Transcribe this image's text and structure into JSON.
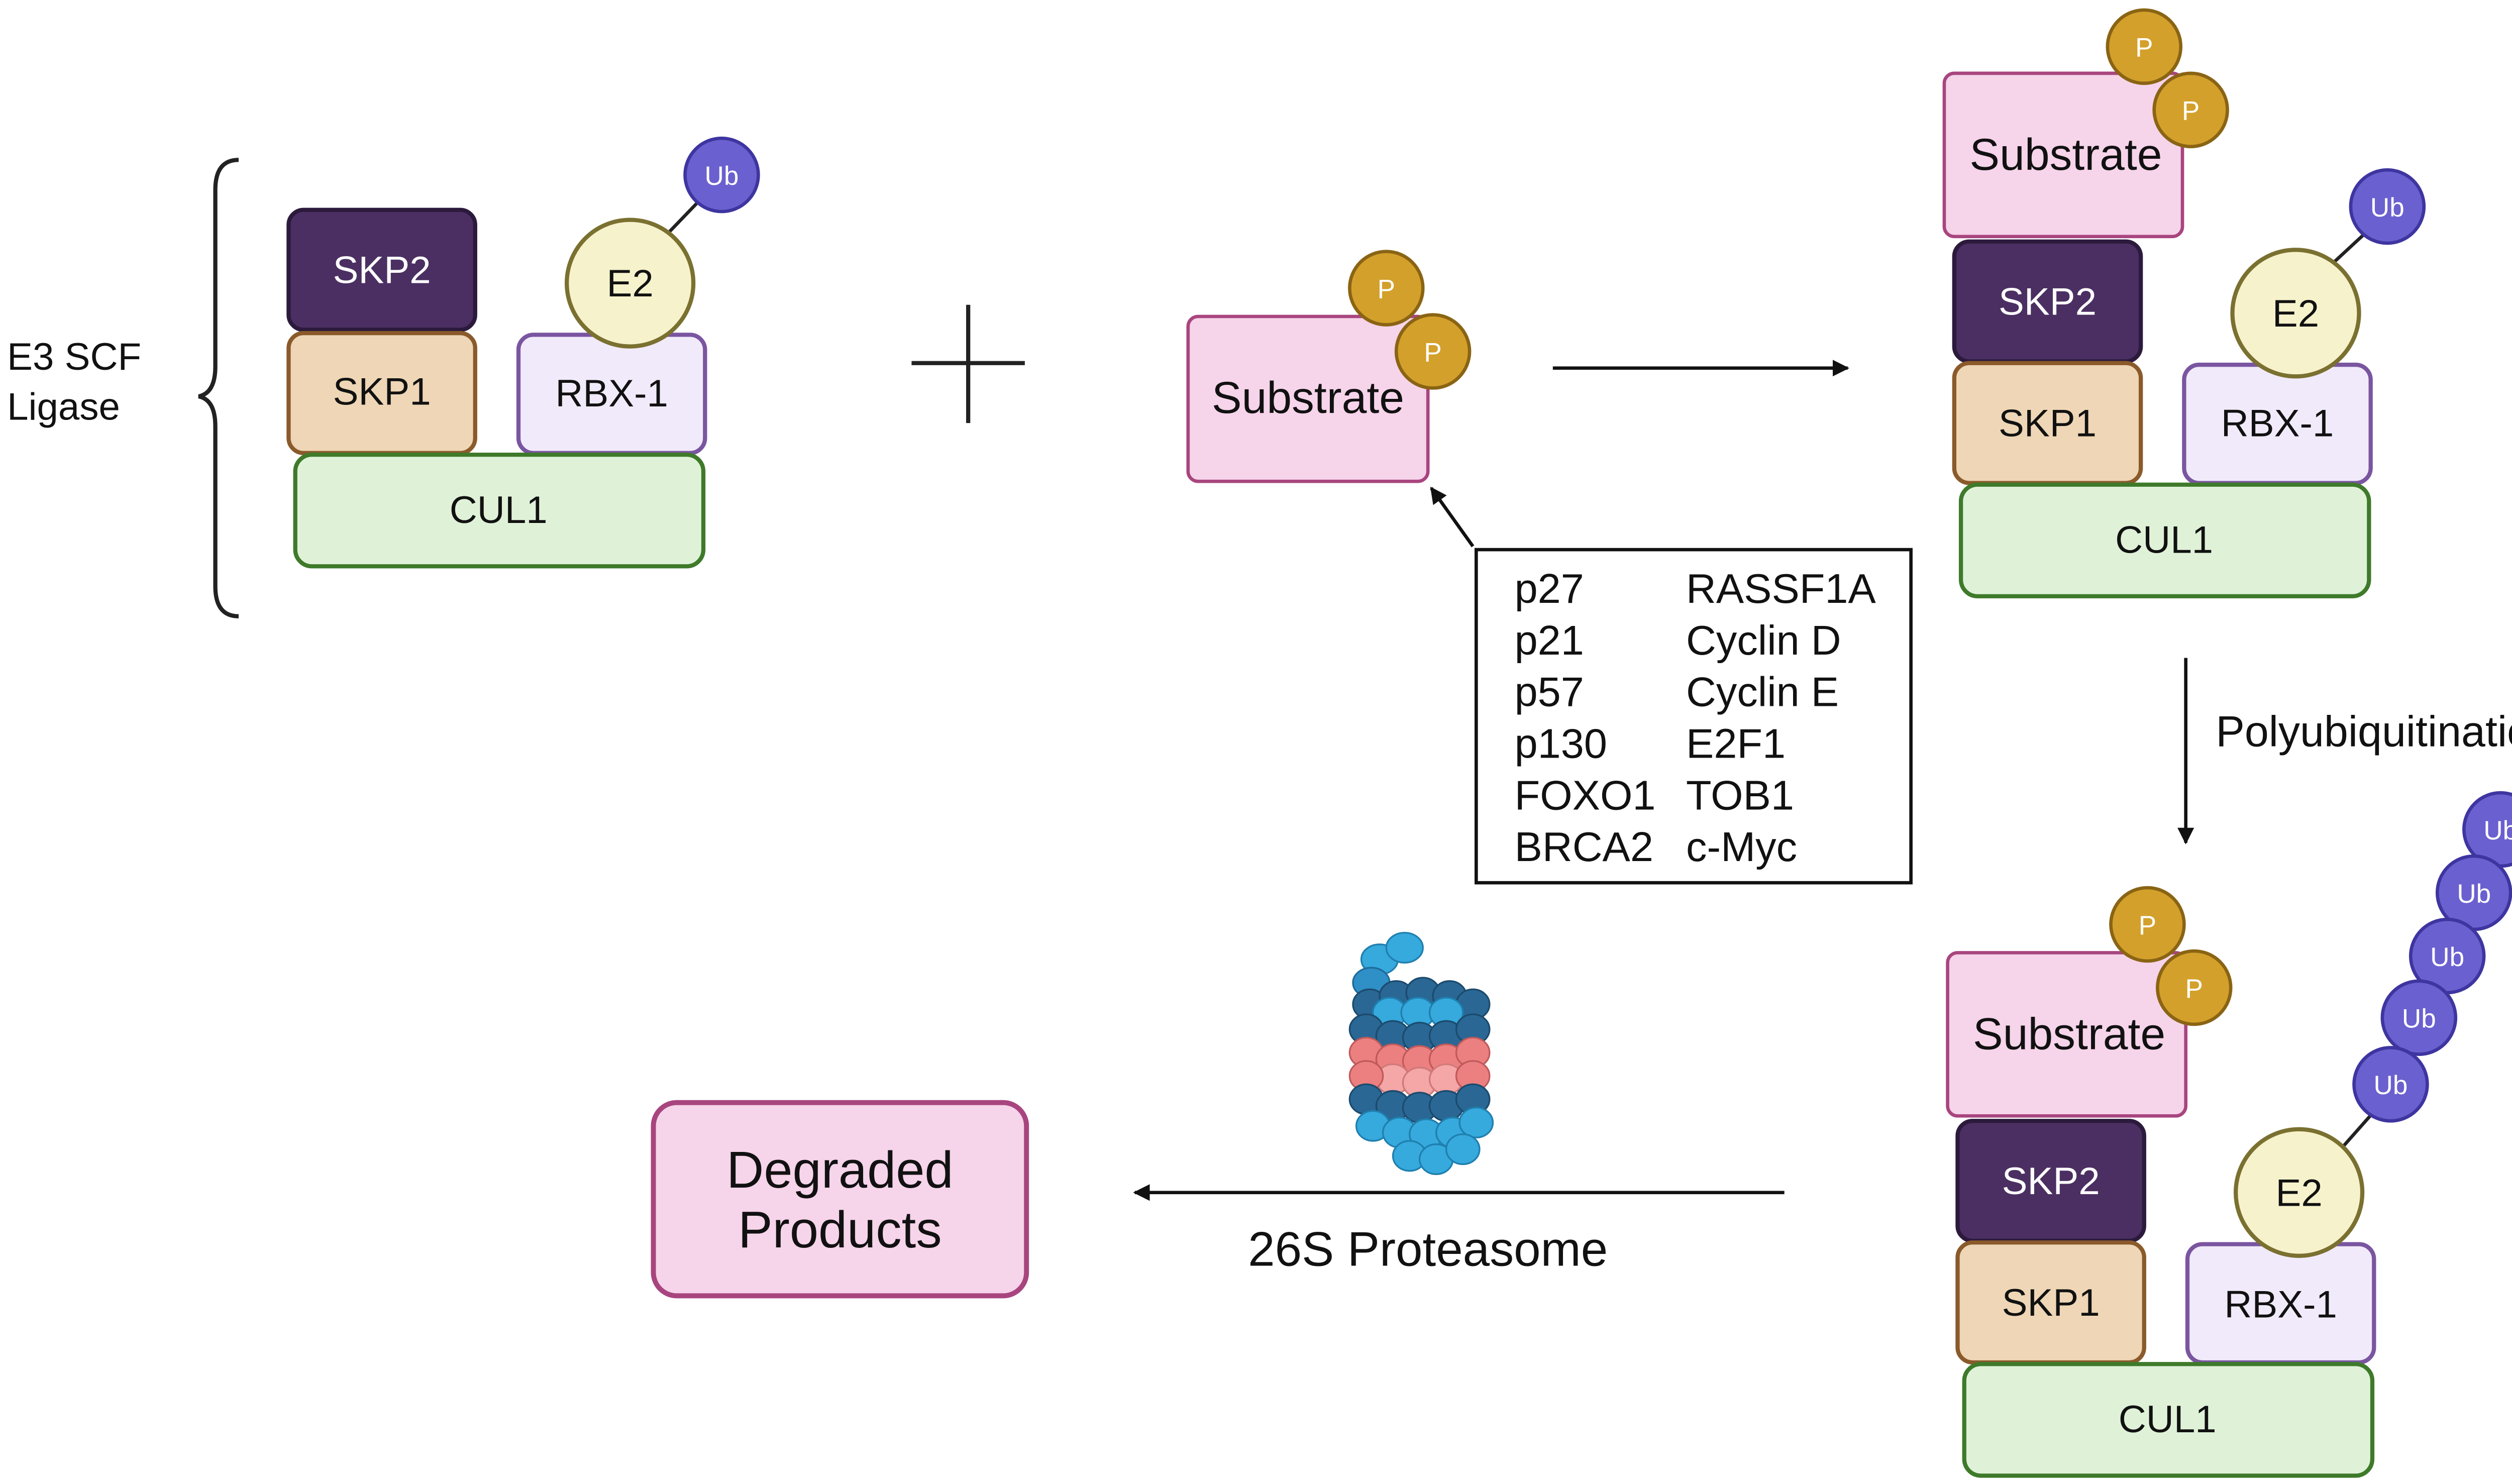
{
  "colors": {
    "skp2_fill": "#4b2f62",
    "skp2_stroke": "#2c1a3d",
    "skp1_fill": "#eed6b6",
    "skp1_stroke": "#8a5a2b",
    "rbx1_fill": "#f1eafa",
    "rbx1_stroke": "#7a55a0",
    "cul1_fill": "#dff2d8",
    "cul1_stroke": "#3e7a2a",
    "e2_fill": "#f6f2cc",
    "e2_stroke": "#7a7030",
    "ub_fill": "#6a60cf",
    "ub_stroke": "#3e35a0",
    "p_fill": "#d3a02b",
    "p_stroke": "#8a6414",
    "substrate_fill": "#f6d4ea",
    "substrate_stroke": "#a8457f",
    "degraded_fill": "#f6d4ea",
    "degraded_stroke": "#a8457f",
    "proteasome_dark": "#2a6794",
    "proteasome_blue": "#36a9dd",
    "proteasome_pink": "#ec8080",
    "proteasome_light": "#f5a6a6"
  },
  "labels": {
    "e3_line1": "E3 SCF",
    "e3_line2": "Ligase",
    "skp2": "SKP2",
    "skp1": "SKP1",
    "rbx1": "RBX-1",
    "cul1": "CUL1",
    "e2": "E2",
    "ub": "Ub",
    "p": "P",
    "substrate": "Substrate",
    "polyubiquitination": "Polyubiquitination",
    "proteasome": "26S Proteasome",
    "degraded_line1": "Degraded",
    "degraded_line2": "Products"
  },
  "substrates": {
    "left": [
      "p27",
      "p21",
      "p57",
      "p130",
      "FOXO1",
      "BRCA2"
    ],
    "right": [
      "RASSF1A",
      "Cyclin D",
      "Cyclin E",
      "E2F1",
      "TOB1",
      "c-Myc"
    ]
  },
  "icons": {
    "plus": "plus-icon",
    "proteasome": "proteasome-icon"
  }
}
